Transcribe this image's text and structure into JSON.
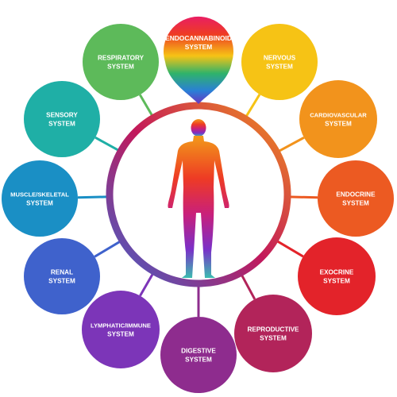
{
  "center_label": [
    "ENDOCANNABINOID",
    "SYSTEM"
  ],
  "systems": [
    {
      "lines": [
        "RESPIRATORY",
        "SYSTEM"
      ],
      "color": "#5dba5a"
    },
    {
      "lines": [
        "NERVOUS",
        "SYSTEM"
      ],
      "color": "#f6c315"
    },
    {
      "lines": [
        "SENSORY",
        "SYSTEM"
      ],
      "color": "#1fafa6"
    },
    {
      "lines": [
        "CARDIOVASCULAR",
        "SYSTEM"
      ],
      "color": "#f2931c"
    },
    {
      "lines": [
        "MUSCLE/SKELETAL",
        "SYSTEM"
      ],
      "color": "#1a8fc5"
    },
    {
      "lines": [
        "ENDOCRINE",
        "SYSTEM"
      ],
      "color": "#ec5a22"
    },
    {
      "lines": [
        "RENAL",
        "SYSTEM"
      ],
      "color": "#3f62cc"
    },
    {
      "lines": [
        "EXOCRINE",
        "SYSTEM"
      ],
      "color": "#e3232a"
    },
    {
      "lines": [
        "LYMPHATIC/IMMUNE",
        "SYSTEM"
      ],
      "color": "#7c35b8"
    },
    {
      "lines": [
        "REPRODUCTIVE",
        "SYSTEM"
      ],
      "color": "#b2245a"
    },
    {
      "lines": [
        "DIGESTIVE",
        "SYSTEM"
      ],
      "color": "#8e2c8e"
    }
  ]
}
